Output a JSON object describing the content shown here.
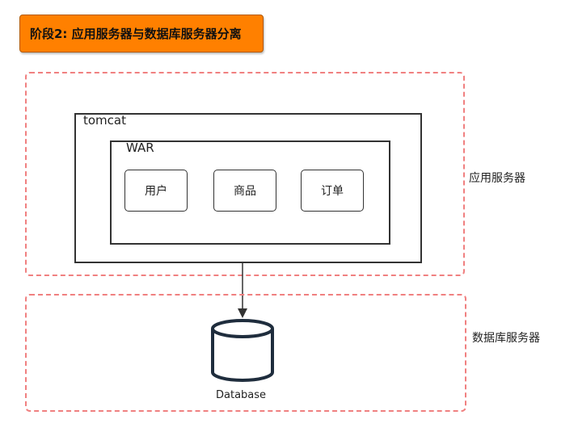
{
  "stage_title": "阶段2: 应用服务器与数据库服务器分离",
  "app_server": {
    "label": "应用服务器",
    "tomcat": {
      "label": "tomcat",
      "war": {
        "label": "WAR",
        "modules": [
          "用户",
          "商品",
          "订单"
        ]
      }
    }
  },
  "db_server": {
    "label": "数据库服务器",
    "database_label": "Database"
  },
  "colors": {
    "title_fill": "#ff8000",
    "zone_border": "#f08080",
    "box_border": "#333333",
    "db_fill": "#1f2d3d"
  },
  "icons": {
    "database": "database-icon",
    "connector": "arrow-down-icon"
  }
}
